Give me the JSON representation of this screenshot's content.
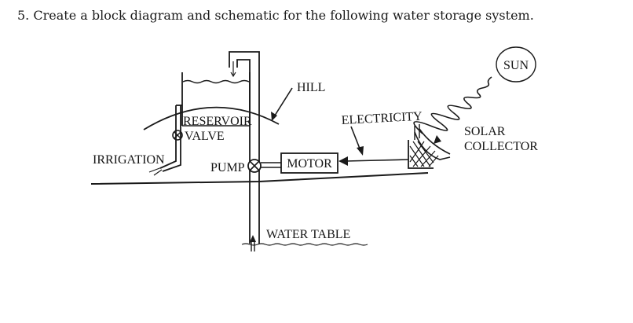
{
  "question": {
    "number": "5.",
    "text": "Create a block diagram and schematic for the following water storage system."
  },
  "diagram": {
    "labels": {
      "sun": "SUN",
      "hill": "HILL",
      "electricity": "ELECTRICITY",
      "solar_line1": "SOLAR",
      "solar_line2": "COLLECTOR",
      "reservoir": "RESERVOIR",
      "valve": "VALVE",
      "irrigation": "IRRIGATION",
      "pump": "PUMP",
      "motor": "MOTOR",
      "water_table": "WATER TABLE"
    }
  }
}
